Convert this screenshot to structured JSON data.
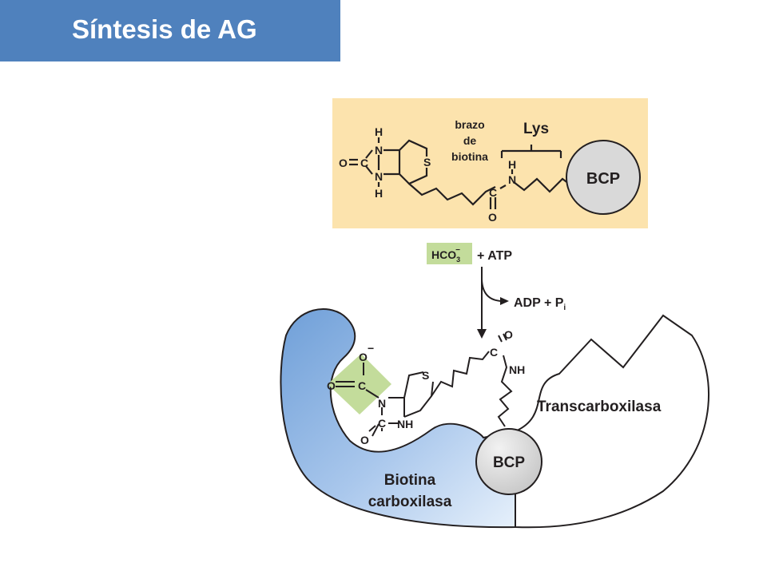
{
  "header": {
    "title": "Síntesis de AG"
  },
  "top_panel": {
    "arm_label_lines": [
      "brazo",
      "de",
      "biotina"
    ],
    "lys_label": "Lys",
    "bcp_label": "BCP",
    "atoms": {
      "h_top": "H",
      "n_top": "N",
      "o_left": "O",
      "c_ring": "C",
      "n_bottom": "N",
      "h_bottom": "H",
      "s_ring": "S",
      "c_amide": "C",
      "o_amide": "O",
      "h_amide": "H",
      "n_amide": "N"
    },
    "colors": {
      "background": "#fce3ad",
      "bcp_fill": "#d9d9d9"
    }
  },
  "reaction": {
    "hco3_main": "HCO",
    "hco3_sub": "3",
    "hco3_sup": "−",
    "plus_atp": "+ ATP",
    "adp_pi_main": "ADP  + P",
    "adp_pi_sub": "i"
  },
  "bottom_diagram": {
    "enzyme1_lines": [
      "Biotina",
      "carboxilasa"
    ],
    "enzyme2_label": "Transcarboxilasa",
    "bcp_label": "BCP",
    "atoms": {
      "o_minus": "O",
      "minus": "−",
      "o_double": "O",
      "c_carboxyl": "C",
      "n_ring": "N",
      "s_ring": "S",
      "c_ring": "C",
      "nh_ring": "NH",
      "o_ring": "O",
      "o_chain": "O",
      "c_chain": "C",
      "nh_chain": "NH"
    },
    "colors": {
      "enzyme_blue": "#8db3e2",
      "co2_green": "#c3dc9b"
    }
  }
}
